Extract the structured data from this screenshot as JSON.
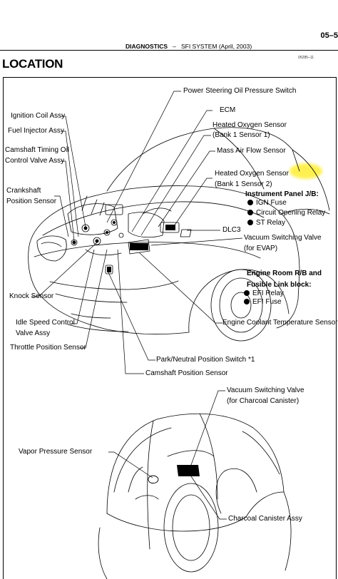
{
  "page_number": "05–5",
  "header": {
    "section": "DIAGNOSTICS",
    "dash": "–",
    "subtitle": "SFI SYSTEM (April, 2003)"
  },
  "figure_code": "05285–11",
  "title": "LOCATION",
  "labels": {
    "power_steering": "Power Steering Oil Pressure Switch",
    "ecm": "ECM",
    "ho2s_b1s1_l1": "Heated Oxygen Sensor",
    "ho2s_b1s1_l2": "(Bank 1 Sensor 1)",
    "maf": "Mass Air Flow Sensor",
    "ho2s_b1s2_l1": "Heated Oxygen Sensor",
    "ho2s_b1s2_l2": "(Bank 1 Sensor 2)",
    "ignition_coil": "Ignition Coil Assy",
    "fuel_injector": "Fuel Injector Assy",
    "camshaft_timing_l1": "Camshaft Timing Oil",
    "camshaft_timing_l2": "Control Valve Assy",
    "crankshaft_l1": "Crankshaft",
    "crankshaft_l2": "Position Sensor",
    "dlc3": "DLC3",
    "vsv_evap_l1": "Vacuum Switching Valve",
    "vsv_evap_l2": "(for EVAP)",
    "knock": "Knock Sensor",
    "isc_l1": "Idle Speed Control",
    "isc_l2": "Valve Assy",
    "tps": "Throttle Position Sensor",
    "ect": "Engine Coolant Temperature Sensor",
    "park_neutral": "Park/Neutral Position Switch *1",
    "camshaft_pos": "Camshaft Position Sensor",
    "vsv_canister_l1": "Vacuum Switching Valve",
    "vsv_canister_l2": "(for Charcoal Canister)",
    "vapor_pressure": "Vapor Pressure Sensor",
    "charcoal_canister": "Charcoal Canister Assy"
  },
  "instrument_panel": {
    "title": "Instrument Panel J/B:",
    "items": [
      "IGN Fuse",
      "Circuit Opening Relay",
      "ST Relay"
    ]
  },
  "engine_room": {
    "title_l1": "Engine Room R/B and",
    "title_l2": "Fusible Link block:",
    "items": [
      "EFI Relay",
      "EFI Fuse"
    ]
  }
}
